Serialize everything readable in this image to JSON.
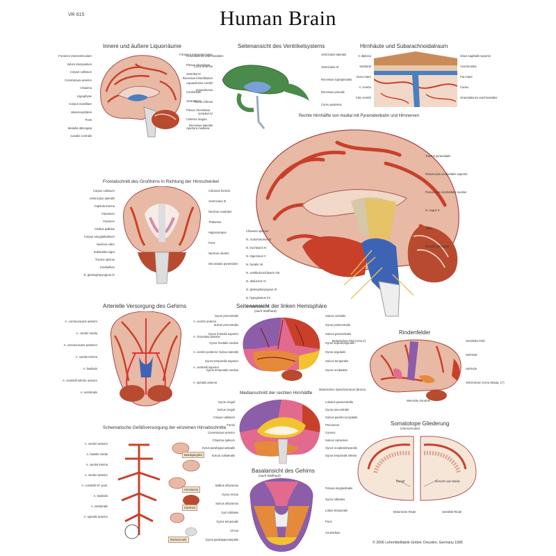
{
  "poster": {
    "title": "Human Brain",
    "code": "VR 615",
    "copyright": "© 2006 Lehrmittelfabrik GmbH, Dresden, Germany 1995"
  },
  "panels": {
    "medial_view": {
      "title": "Innere und äußere Liquorräume",
      "labels_left": [
        "Foramen interventriculare",
        "Velum interpositum",
        "Corpus callosum",
        "Commissura anterior",
        "Chiasma",
        "Hypophyse",
        "Corpus mamillare",
        "Mesencephalon",
        "Pons",
        "Medulla oblongata",
        "Canalis centralis"
      ],
      "labels_right": [
        "Granulationes arachnoidales",
        "Plexus choroideus",
        "Ventrikel III",
        "Aquaeductus cerebri",
        "Cerebellum",
        "Ventrikel IV",
        "Plexus choroideus",
        "Cisterna magna",
        "Apertura mediana"
      ]
    },
    "ventricles": {
      "title": "Seitenansicht des Ventrikelsystems",
      "labels_left": [
        "Foramen interventriculare",
        "Cornu anterius",
        "Recessus infundibulum",
        "Aquaeductus",
        "Cornu inferius",
        "Ventrikel IV",
        "Recessus lateralis"
      ],
      "labels_right": [
        "Ventriculus lateralis",
        "Ventriculus III",
        "Recessus suprapinealis",
        "Recessus pinealis",
        "Cornu posterius"
      ]
    },
    "meninges": {
      "title": "Hirnhäute und Subarachnoidalraum",
      "labels_left": [
        "V. diploica",
        "Subdural",
        "Dura mater",
        "V. cerebri",
        "Falx cerebri"
      ],
      "labels_right": [
        "Sinus sagittalis superior",
        "Arachnoidea",
        "Pia mater",
        "Cortex",
        "Granulationes arachnoidales"
      ]
    },
    "hemisection": {
      "title": "Rechte Hirnhälfte von medial mit Pyramidenbahn und Hirnnerven",
      "labels_left": [
        "Chiasma opticum",
        "N. oculomotorius III",
        "N. trochlearis IV",
        "N. trigeminus V",
        "N. facialis VII",
        "N. vestibulocochlearis VIII",
        "N. abducens VI",
        "N. glossopharyngeus IX",
        "N. hypoglossus XII",
        "N. accessorius XI"
      ],
      "labels_right": [
        "Tractus pyramidalis",
        "Pedunculus cerebellaris superior",
        "Pedunculus cerebellaris medius",
        "N. vagus X",
        "Oliva",
        "Medulla oblongata"
      ]
    },
    "frontal_section": {
      "title": "Frontalschnitt des Großhirns in Richtung der Hirnschenkel",
      "labels_left": [
        "Corpus callosum",
        "Ventriculus lateralis",
        "Capsula interna",
        "Claustrum",
        "Putamen",
        "Globus pallidus",
        "Corpus amygdaloideum",
        "Nucleus ruber",
        "Substantia nigra",
        "Tractus opticus",
        "Cerebellum",
        "N. glossopharyngeus IX"
      ],
      "labels_right": [
        "Columna fornicis",
        "Ventriculus III",
        "Nucleus caudatus",
        "Thalamus",
        "Hippocampus",
        "Pons",
        "Nucleus olivaris",
        "Decussatio pyramidum"
      ]
    },
    "arteries": {
      "title": "Arterielle Versorgung des Gehirns",
      "labels_left": [
        "A. communicans anterior",
        "A. cerebri media",
        "A. communicans posterior",
        "A. carotis interna",
        "A. basilaris",
        "A. cerebelli inferior anterior",
        "A. vertebralis"
      ],
      "labels_right": [
        "A. cerebri anterior",
        "A. choroidea anterior",
        "A. cerebri posterior",
        "A. cerebelli superior",
        "A. spinalis anterior"
      ]
    },
    "left_hemisphere": {
      "title": "Seitenansicht der linken Hemisphäre",
      "subtitle": "(nach Wolfhard)",
      "labels_left": [
        "Gyrus precentralis",
        "Sulcus precentralis",
        "Gyrus frontalis superior",
        "Gyrus frontalis medius",
        "Sulcus lateralis",
        "Gyrus temporalis superior",
        "Gyrus temporalis medius"
      ],
      "labels_right": [
        "Sulcus centralis",
        "Gyrus postcentralis",
        "Sulcus postcentralis",
        "Gyrus supramarginalis",
        "Gyrus angularis",
        "Sulcus temporalis",
        "Gyrus occipitales"
      ]
    },
    "speech_centers": {
      "title": "Rindenfelder",
      "labels_left": [
        "Motorisches Feld (Area 4)",
        "Motorisches Sprachzentrum (Broca)"
      ],
      "labels_right": [
        "Sensibles Feld",
        "Sehrinde",
        "Hörrinde",
        "Sehzentrum (Area Striata, 17)"
      ],
      "labels_bottom": [
        "Wernicke Zentrum"
      ]
    },
    "medial_right": {
      "title": "Medianschnitt der rechten Hirnhälfte",
      "labels_left": [
        "Gyrus cinguli",
        "Sulcus cinguli",
        "Corpus callosum",
        "Fornix",
        "Commissura anterior",
        "Chiasma opticum",
        "Gyrus parahippocampalis",
        "Sulcus collateralis"
      ],
      "labels_right": [
        "Lobulus paracentralis",
        "Gyrus precentralis",
        "Sulcus parieto-occipitalis",
        "Precuneus",
        "Cuneus",
        "Sulcus calcarinus",
        "Gyrus occipitotemporalis",
        "Gyrus temporalis inferior"
      ]
    },
    "basal_view": {
      "title": "Basalansicht des Gehirns",
      "subtitle": "(nach Wolfhard)",
      "labels_left": [
        "Bulbus olfactorius",
        "Gyrus rectus",
        "Sulcus olfactorius",
        "Gyri orbitales",
        "Gyrus temporalis",
        "Uncus",
        "Gyrus parahippocampalis"
      ],
      "labels_right": [
        "Fissura longitudinalis",
        "Gyrus orbitales",
        "Lobus temporalis",
        "Pons",
        "Cerebellum"
      ]
    },
    "somatotopy": {
      "title": "Somatotope Gliederung",
      "subtitle": "(Homunculus)",
      "labels": [
        "Rumpf",
        "Gesicht und Hände",
        "Motorische Rinde",
        "Sensible Rinde"
      ]
    },
    "schematic": {
      "title": "Schematische Gefäßversorgung der einzelnen Hirnabschnitte",
      "labels_left": [
        "A. cerebri anterior",
        "A. basalis media",
        "A. carotis interna",
        "A. cerebri anterior",
        "A. cerebelli inf. post.",
        "A. basilaris",
        "A. vertebralis",
        "A. spinalis anterior"
      ],
      "tags": [
        "Basalganglien",
        "Hirnstamm",
        "Kleinhirn",
        "Rückenmark"
      ]
    }
  },
  "colors": {
    "cortex": "#e8b9a5",
    "gyrus_red": "#c8402a",
    "cerebellum": "#b84a30",
    "ventricle_blue": "#4a7fc0",
    "ventricle_green": "#4a8a4a",
    "brainstem_blue": "#3d63b5",
    "pyramidal_yellow": "#e8c25a",
    "frontal_purple": "#8c5da8",
    "temporal_orange": "#e58a3a",
    "parietal_pink": "#e26a8f"
  }
}
